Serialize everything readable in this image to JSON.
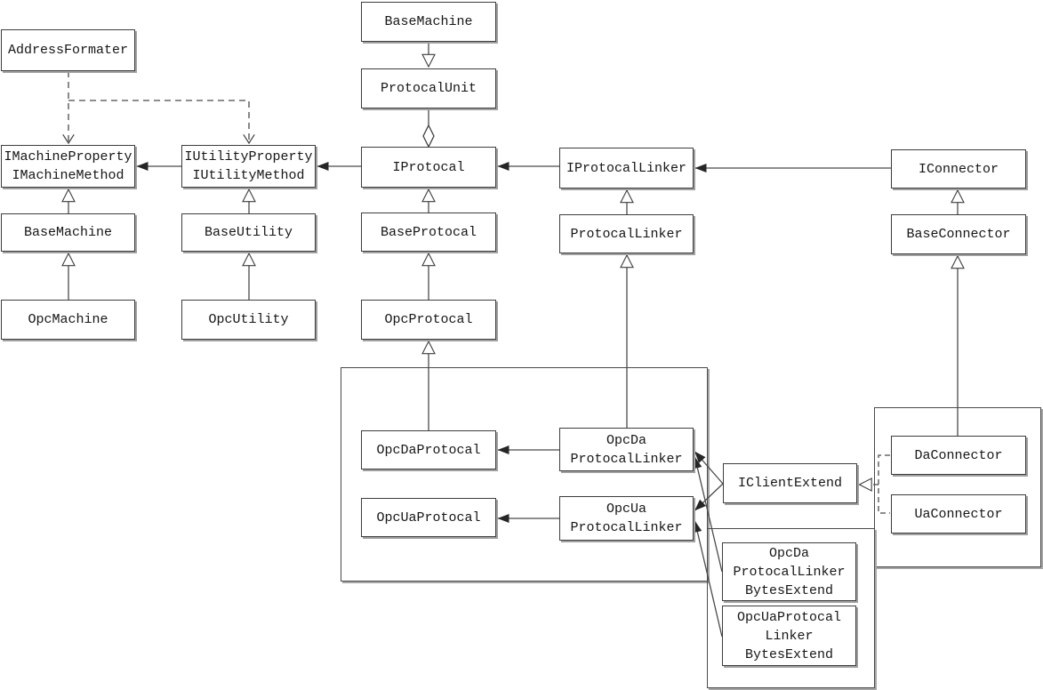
{
  "diagram": {
    "kind": "uml-class-diagram",
    "background_color": "#ffffff",
    "line_color": "#3f3f3f",
    "box_border_color": "#3d3d3d",
    "box_shadow_color": "#a0a0a0",
    "nodes": {
      "address_formater": {
        "label": "AddressFormater"
      },
      "i_machine": {
        "label": "IMachineProperty\nIMachineMethod"
      },
      "i_utility": {
        "label": "IUtilityProperty\nIUtilityMethod"
      },
      "base_machine_left": {
        "label": "BaseMachine"
      },
      "opc_machine": {
        "label": "OpcMachine"
      },
      "base_utility": {
        "label": "BaseUtility"
      },
      "opc_utility": {
        "label": "OpcUtility"
      },
      "base_machine_top": {
        "label": "BaseMachine"
      },
      "protocal_unit": {
        "label": "ProtocalUnit"
      },
      "i_protocal": {
        "label": "IProtocal"
      },
      "base_protocal": {
        "label": "BaseProtocal"
      },
      "opc_protocal": {
        "label": "OpcProtocal"
      },
      "i_protocal_linker": {
        "label": "IProtocalLinker"
      },
      "protocal_linker": {
        "label": "ProtocalLinker"
      },
      "i_connector": {
        "label": "IConnector"
      },
      "base_connector": {
        "label": "BaseConnector"
      },
      "opc_da_protocal": {
        "label": "OpcDaProtocal"
      },
      "opc_ua_protocal": {
        "label": "OpcUaProtocal"
      },
      "opc_da_protocal_linker": {
        "label": "OpcDa\nProtocalLinker"
      },
      "opc_ua_protocal_linker": {
        "label": "OpcUa\nProtocalLinker"
      },
      "i_client_extend": {
        "label": "IClientExtend"
      },
      "da_connector": {
        "label": "DaConnector"
      },
      "ua_connector": {
        "label": "UaConnector"
      },
      "opc_da_protocal_linker_bytes_extend": {
        "label": "OpcDa\nProtocalLinker\nBytesExtend"
      },
      "opc_ua_protocal_linker_bytes_extend": {
        "label": "OpcUaProtocal\nLinker\nBytesExtend"
      }
    },
    "relations": [
      {
        "type": "dependency",
        "style": "dashed-open-arrow",
        "from": "address_formater",
        "to": "i_machine"
      },
      {
        "type": "dependency",
        "style": "dashed-open-arrow",
        "from": "address_formater",
        "to": "i_utility"
      },
      {
        "type": "association",
        "style": "solid-filled-arrow",
        "from": "i_utility",
        "to": "i_machine"
      },
      {
        "type": "association",
        "style": "solid-filled-arrow",
        "from": "i_protocal",
        "to": "i_utility"
      },
      {
        "type": "association",
        "style": "solid-filled-arrow",
        "from": "i_protocal_linker",
        "to": "i_protocal"
      },
      {
        "type": "association",
        "style": "solid-filled-arrow",
        "from": "i_connector",
        "to": "i_protocal_linker"
      },
      {
        "type": "inheritance",
        "style": "solid-hollow-triangle",
        "from": "base_machine_left",
        "to": "i_machine"
      },
      {
        "type": "inheritance",
        "style": "solid-hollow-triangle",
        "from": "opc_machine",
        "to": "base_machine_left"
      },
      {
        "type": "inheritance",
        "style": "solid-hollow-triangle",
        "from": "base_utility",
        "to": "i_utility"
      },
      {
        "type": "inheritance",
        "style": "solid-hollow-triangle",
        "from": "opc_utility",
        "to": "base_utility"
      },
      {
        "type": "inheritance",
        "style": "solid-hollow-triangle-down",
        "from": "base_machine_top",
        "to": "protocal_unit"
      },
      {
        "type": "aggregation",
        "style": "hollow-diamond-at-i_protocal",
        "from": "protocal_unit",
        "to": "i_protocal"
      },
      {
        "type": "inheritance",
        "style": "solid-hollow-triangle",
        "from": "base_protocal",
        "to": "i_protocal"
      },
      {
        "type": "inheritance",
        "style": "solid-hollow-triangle",
        "from": "opc_protocal",
        "to": "base_protocal"
      },
      {
        "type": "inheritance",
        "style": "solid-hollow-triangle",
        "from": "opc_da_protocal",
        "to": "opc_protocal"
      },
      {
        "type": "inheritance",
        "style": "solid-hollow-triangle",
        "from": "protocal_linker",
        "to": "i_protocal_linker"
      },
      {
        "type": "inheritance",
        "style": "solid-hollow-triangle",
        "from": "opc_da_protocal_linker",
        "to": "protocal_linker"
      },
      {
        "type": "inheritance",
        "style": "solid-hollow-triangle",
        "from": "base_connector",
        "to": "i_connector"
      },
      {
        "type": "inheritance",
        "style": "solid-hollow-triangle",
        "from": "da_connector",
        "to": "base_connector"
      },
      {
        "type": "association",
        "style": "solid-filled-arrow",
        "from": "opc_da_protocal_linker",
        "to": "opc_da_protocal"
      },
      {
        "type": "association",
        "style": "solid-filled-arrow",
        "from": "opc_ua_protocal_linker",
        "to": "opc_ua_protocal"
      },
      {
        "type": "association",
        "style": "solid-filled-arrow",
        "from": "i_client_extend",
        "to": "opc_da_protocal_linker"
      },
      {
        "type": "association",
        "style": "solid-filled-arrow",
        "from": "i_client_extend",
        "to": "opc_ua_protocal_linker"
      },
      {
        "type": "association",
        "style": "solid-filled-arrow",
        "from": "opc_da_protocal_linker_bytes_extend",
        "to": "opc_da_protocal_linker"
      },
      {
        "type": "association",
        "style": "solid-filled-arrow",
        "from": "opc_ua_protocal_linker_bytes_extend",
        "to": "opc_ua_protocal_linker"
      },
      {
        "type": "realization",
        "style": "dashed-hollow-triangle",
        "from": "da_connector",
        "to": "i_client_extend"
      },
      {
        "type": "realization",
        "style": "dashed-hollow-triangle",
        "from": "ua_connector",
        "to": "i_client_extend"
      }
    ],
    "groups": [
      {
        "id": "opc_protocal_package",
        "contains": [
          "opc_da_protocal",
          "opc_ua_protocal",
          "opc_da_protocal_linker",
          "opc_ua_protocal_linker"
        ]
      },
      {
        "id": "connector_package",
        "contains": [
          "da_connector",
          "ua_connector"
        ]
      },
      {
        "id": "bytes_extend_package",
        "contains": [
          "opc_da_protocal_linker_bytes_extend",
          "opc_ua_protocal_linker_bytes_extend"
        ]
      }
    ]
  }
}
